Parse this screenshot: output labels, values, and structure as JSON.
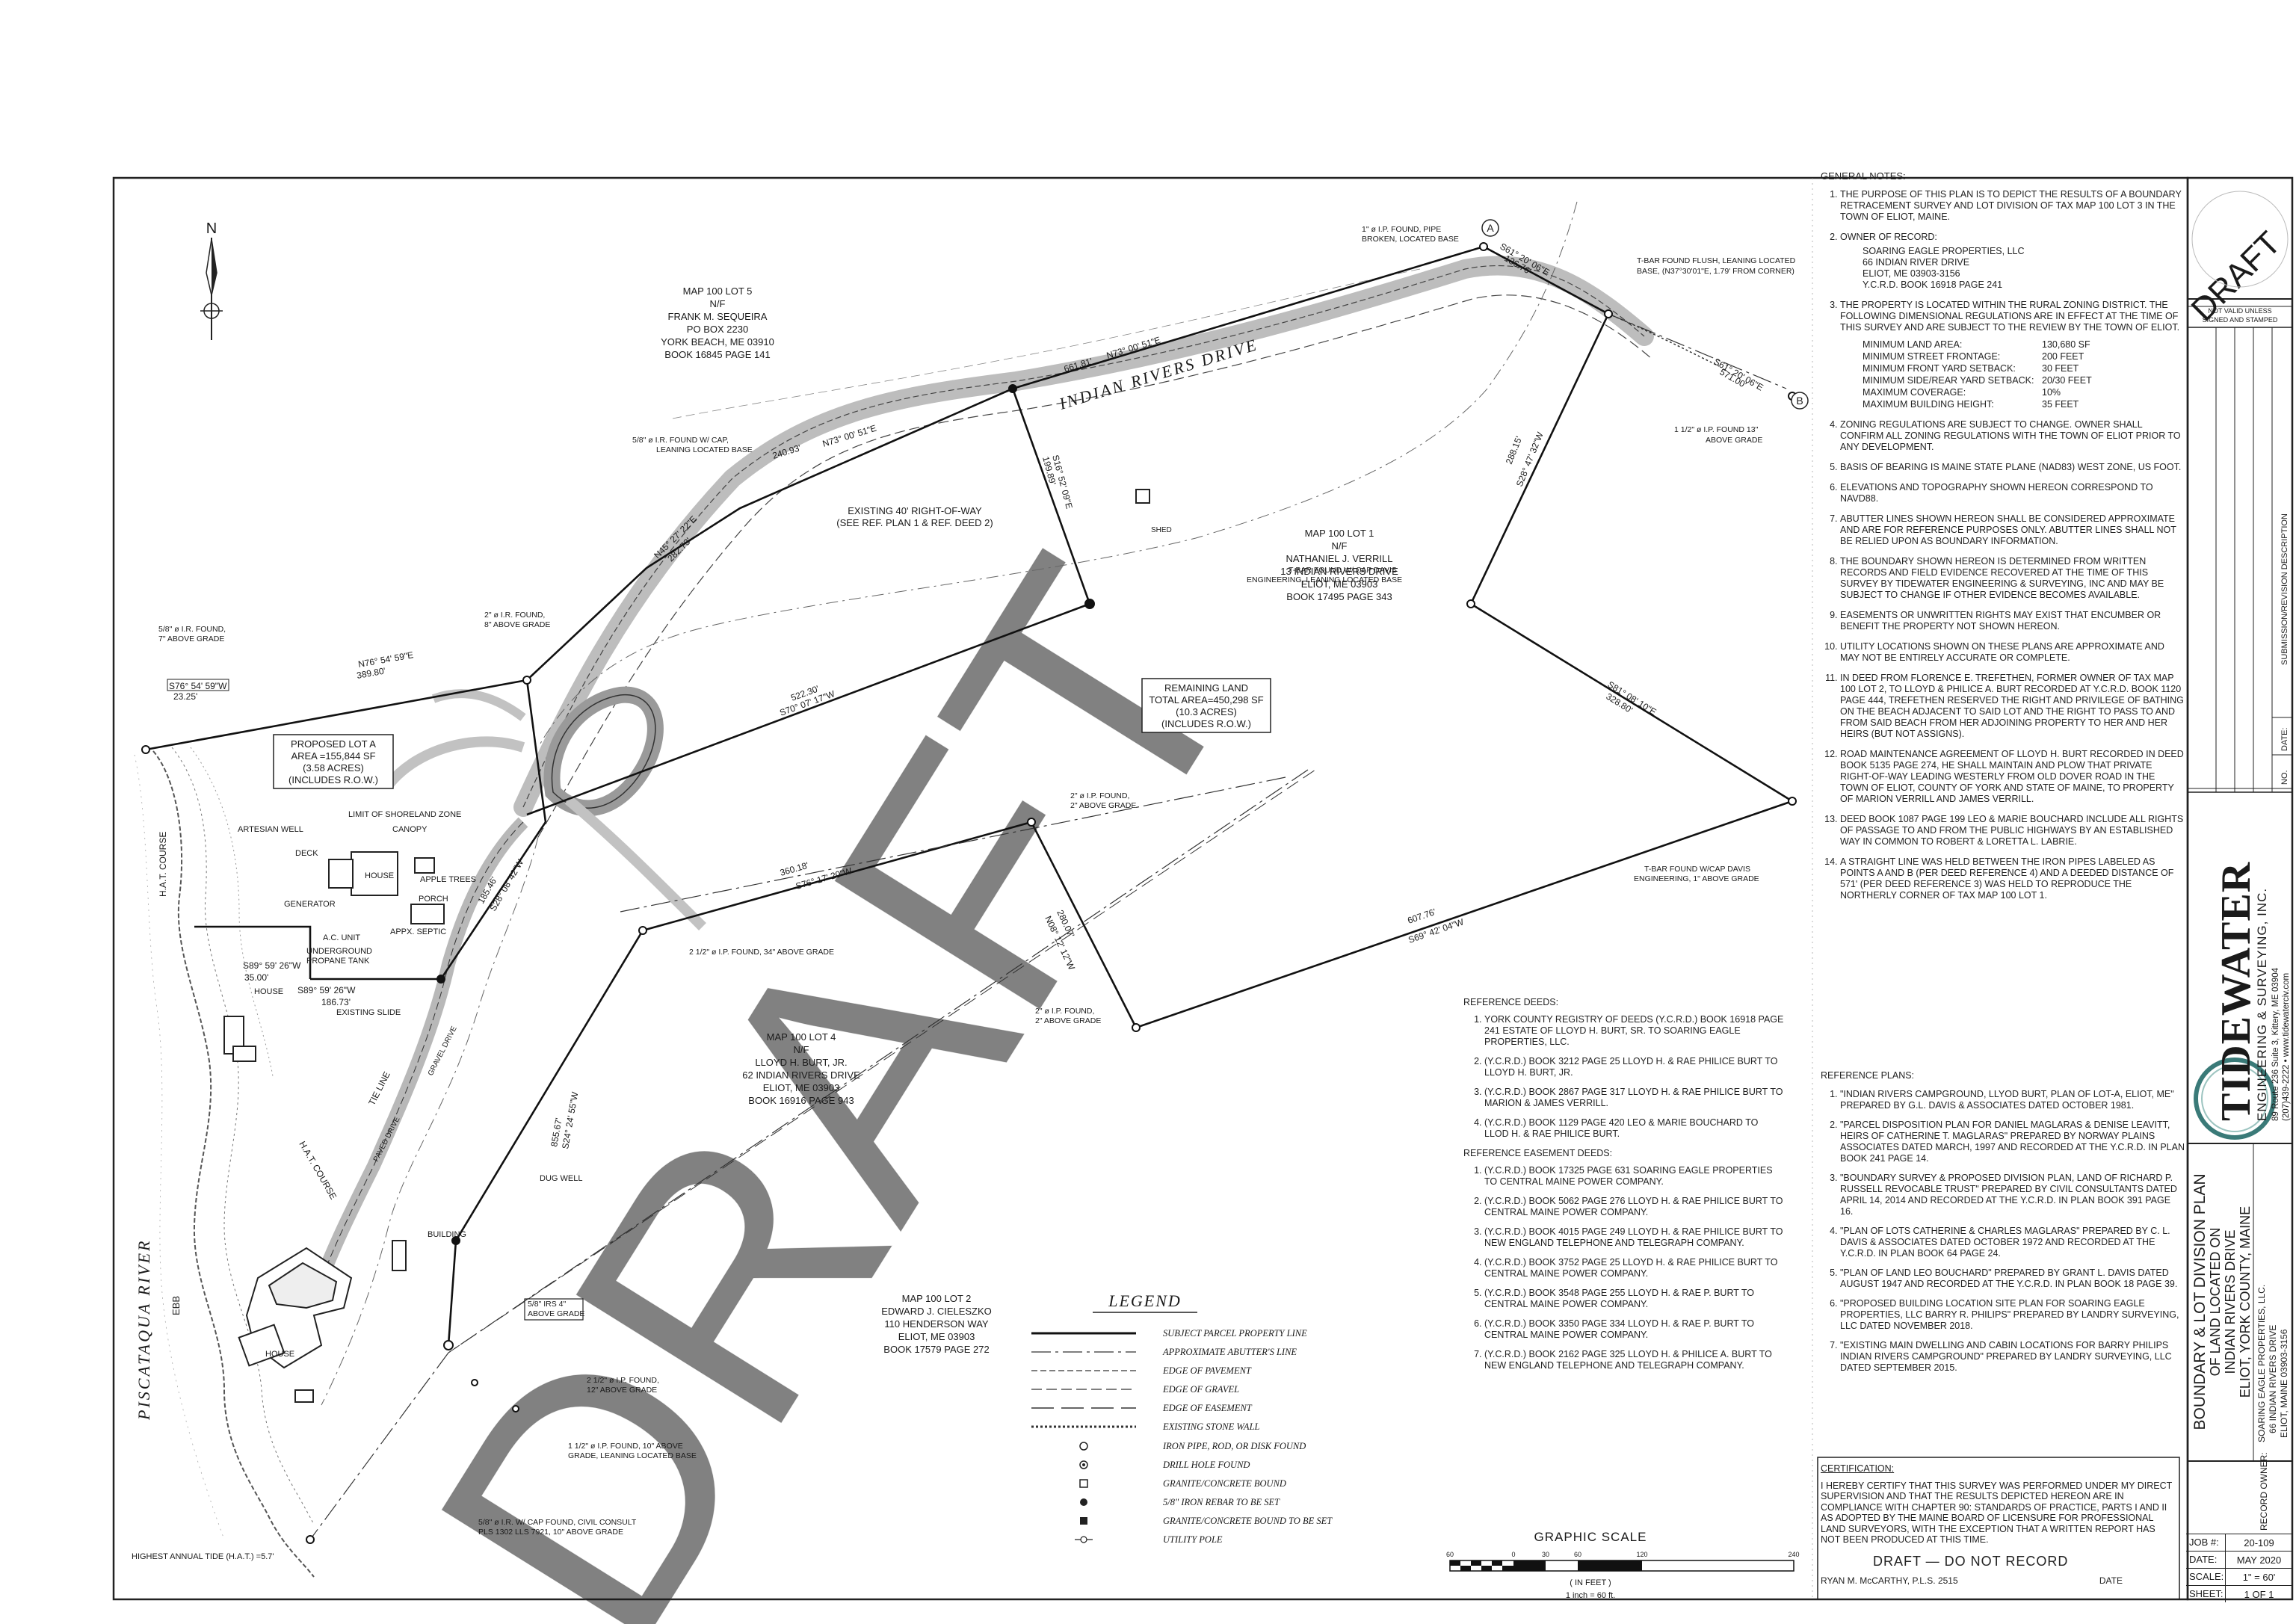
{
  "sheet": {
    "north_label": "N",
    "watermark": "DRAFT"
  },
  "map_labels": {
    "road": "INDIAN RIVERS DRIVE",
    "river": "PISCATAQUA RIVER",
    "ebb": "EBB",
    "lot5": [
      "MAP 100 LOT 5",
      "N/F",
      "FRANK M. SEQUEIRA",
      "PO BOX 2230",
      "YORK BEACH, ME 03910",
      "BOOK 16845 PAGE 141"
    ],
    "lot1": [
      "MAP 100 LOT 1",
      "N/F",
      "NATHANIEL J. VERRILL",
      "13 INDIAN RIVERS DRIVE",
      "ELIOT, ME 03903",
      "BOOK 17495 PAGE 343"
    ],
    "lot4": [
      "MAP 100 LOT 4",
      "N/F",
      "LLOYD H. BURT, JR.",
      "62 INDIAN RIVERS DRIVE",
      "ELIOT, ME 03903",
      "BOOK 16916 PAGE 943"
    ],
    "lot2": [
      "MAP 100 LOT 2",
      "EDWARD J. CIELESZKO",
      "110 HENDERSON WAY",
      "ELIOT, ME 03903",
      "BOOK 17579 PAGE 272"
    ],
    "lot_a": [
      "PROPOSED LOT A",
      "AREA =155,844 SF",
      "(3.58 ACRES)",
      "(INCLUDES R.O.W.)"
    ],
    "remaining": [
      "REMAINING LAND",
      "TOTAL AREA=450,298 SF",
      "(10.3 ACRES)",
      "(INCLUDES R.O.W.)"
    ],
    "row": [
      "EXISTING 40' RIGHT-OF-WAY",
      "(SEE REF. PLAN 1 & REF. DEED 2)"
    ],
    "shed": "SHED",
    "house": "HOUSE",
    "canopy": "CANOPY",
    "deck": "DECK",
    "porch": "PORCH",
    "apple_trees": "APPLE TREES",
    "generator": "GENERATOR",
    "ac_unit": "A.C. UNIT",
    "propane": [
      "UNDERGROUND",
      "PROPANE TANK"
    ],
    "septic": "APPX. SEPTIC",
    "artesian": "ARTESIAN WELL",
    "shoreland": "LIMIT OF SHORELAND ZONE",
    "slide": "EXISTING SLIDE",
    "gravel_drive": "GRAVEL DRIVE",
    "paved_drive": "PAVED DRIVE",
    "dug_well": "DUG WELL",
    "building": "BUILDING",
    "hat": "HIGHEST ANNUAL TIDE (H.A.T.) =5.7'",
    "point_a": "A",
    "point_b": "B",
    "monuments": {
      "m1": [
        "1\" ø I.P. FOUND, PIPE",
        "BROKEN, LOCATED BASE"
      ],
      "m2": [
        "T-BAR FOUND FLUSH, LEANING LOCATED",
        "BASE, (N37°30'01\"E, 1.79' FROM CORNER)"
      ],
      "m3": [
        "1 1/2\" ø I.P. FOUND 13\"",
        "ABOVE GRADE"
      ],
      "m4": [
        "5/8\" ø I.R. FOUND W/ CAP,",
        "LEANING LOCATED BASE"
      ],
      "m5": [
        "5/8\" ø I.R. FOUND,",
        "7\" ABOVE GRADE"
      ],
      "m6": [
        "2\" ø I.R. FOUND,",
        "8\" ABOVE GRADE"
      ],
      "m7": [
        "T-BAR FOUND W/ CAP DAVIS",
        "ENGINEERING, LEANING LOCATED BASE"
      ],
      "m8": [
        "2\" ø I.P. FOUND,",
        "2\" ABOVE GRADE"
      ],
      "m9": [
        "T-BAR FOUND W/CAP DAVIS",
        "ENGINEERING, 1\" ABOVE GRADE"
      ],
      "m10": "2 1/2\" ø I.P. FOUND, 34\" ABOVE GRADE",
      "m11": [
        "2\" ø I.P. FOUND,",
        "2\" ABOVE GRADE"
      ],
      "m12": [
        "5/8\" IRS 4\"",
        "ABOVE GRADE"
      ],
      "m13": [
        "2 1/2\" ø I.P. FOUND,",
        "12\" ABOVE GRADE"
      ],
      "m14": [
        "1 1/2\" ø I.P. FOUND, 10\" ABOVE",
        "GRADE, LEANING LOCATED BASE"
      ],
      "m15": [
        "5/8\" ø I.R. W/ CAP FOUND, CIVIL CONSULT",
        "PLS 1302 LLS 7921, 10\" ABOVE GRADE"
      ]
    },
    "bearings": {
      "b1": "N73° 00' 51\"E",
      "d1": "661.81'",
      "d1b": "240.93'",
      "b2": "N73° 00' 51\"E",
      "b3": "S61° 20' 06\"E",
      "d3": "136.76'",
      "b4": "S61° 20' 06\"E",
      "d4": "571.00'",
      "b5": "N45° 27' 22\"E",
      "d5": "282.73'",
      "b6": "S16° 52' 09\"E",
      "d6": "199.89'",
      "b7": "S28° 47' 32\"W",
      "d7": "288.15'",
      "b8": "N76° 54' 59\"E",
      "d8": "389.80'",
      "b9": "S76° 54' 59\"W",
      "d9": "23.25'",
      "b10": "S70° 07' 17\"W",
      "d10": "522.30'",
      "b11": "S81° 08' 10\"E",
      "d11": "328.80'",
      "b12": "S76° 17' 20\"W",
      "d12": "360.18'",
      "b13": "N08° 12' 12\"W",
      "d13": "280.07'",
      "b14": "S69° 42' 04\"W",
      "d14": "607.76'",
      "b15": "S28° 08' 42\"W",
      "d15": "185.46'",
      "b16": "S89° 59' 26\"W",
      "d16": "35.00'",
      "b17": "S89° 59' 26\"W",
      "d17": "186.73'",
      "b18": "S24° 24' 55\"W",
      "d18": "855.67'",
      "tie": "TIE LINE",
      "hat_course": "H.A.T. COURSE"
    }
  },
  "legend": {
    "title": "LEGEND",
    "items": [
      "SUBJECT PARCEL PROPERTY LINE",
      "APPROXIMATE ABUTTER'S LINE",
      "EDGE OF PAVEMENT",
      "EDGE OF GRAVEL",
      "EDGE OF EASEMENT",
      "EXISTING STONE WALL",
      "IRON PIPE, ROD, OR DISK FOUND",
      "DRILL HOLE FOUND",
      "GRANITE/CONCRETE BOUND",
      "5/8\" IRON REBAR TO BE SET",
      "GRANITE/CONCRETE BOUND TO BE SET",
      "UTILITY POLE"
    ]
  },
  "scale": {
    "title": "GRAPHIC SCALE",
    "ticks": [
      "60",
      "0",
      "30",
      "60",
      "120",
      "240"
    ],
    "unit": "( IN FEET )",
    "ratio": "1 inch = 60 ft."
  },
  "general_notes": {
    "title": "GENERAL NOTES:",
    "items": [
      "THE PURPOSE OF THIS PLAN IS TO DEPICT THE RESULTS OF A BOUNDARY RETRACEMENT SURVEY AND LOT DIVISION OF TAX MAP 100 LOT 3 IN THE TOWN OF ELIOT, MAINE.",
      "OWNER OF RECORD:",
      "THE PROPERTY IS LOCATED WITHIN THE RURAL ZONING DISTRICT. THE FOLLOWING DIMENSIONAL REGULATIONS ARE IN EFFECT AT THE TIME OF THIS SURVEY AND ARE SUBJECT TO THE REVIEW BY THE TOWN OF ELIOT.",
      "ZONING REGULATIONS ARE SUBJECT TO CHANGE. OWNER SHALL CONFIRM ALL ZONING REGULATIONS WITH THE TOWN OF ELIOT PRIOR TO ANY DEVELOPMENT.",
      "BASIS OF BEARING IS MAINE STATE PLANE (NAD83) WEST ZONE, US FOOT.",
      "ELEVATIONS AND TOPOGRAPHY SHOWN HEREON CORRESPOND TO NAVD88.",
      "ABUTTER LINES SHOWN HEREON SHALL BE CONSIDERED APPROXIMATE AND ARE FOR REFERENCE PURPOSES ONLY. ABUTTER LINES SHALL NOT BE RELIED UPON AS BOUNDARY INFORMATION.",
      "THE BOUNDARY SHOWN HEREON IS DETERMINED FROM WRITTEN RECORDS AND FIELD EVIDENCE RECOVERED AT THE TIME OF THIS SURVEY BY TIDEWATER ENGINEERING & SURVEYING, INC AND MAY BE SUBJECT TO CHANGE IF OTHER EVIDENCE BECOMES AVAILABLE.",
      "EASEMENTS OR UNWRITTEN RIGHTS MAY EXIST THAT ENCUMBER OR BENEFIT THE PROPERTY NOT SHOWN HEREON.",
      "UTILITY LOCATIONS SHOWN ON THESE PLANS ARE APPROXIMATE AND MAY NOT BE ENTIRELY ACCURATE OR COMPLETE.",
      "IN DEED FROM FLORENCE E. TREFETHEN, FORMER OWNER OF TAX MAP 100 LOT 2, TO LLOYD & PHILICE A. BURT RECORDED AT Y.C.R.D. BOOK 1120 PAGE 444, TREFETHEN RESERVED THE RIGHT AND PRIVILEGE OF BATHING ON THE BEACH ADJACENT TO SAID LOT AND THE RIGHT TO PASS TO AND FROM SAID BEACH FROM HER ADJOINING PROPERTY TO HER AND HER HEIRS (BUT NOT ASSIGNS).",
      "ROAD MAINTENANCE AGREEMENT OF LLOYD H. BURT RECORDED IN DEED BOOK 5135 PAGE 274, HE SHALL MAINTAIN AND PLOW THAT PRIVATE RIGHT-OF-WAY LEADING WESTERLY FROM OLD DOVER ROAD IN THE TOWN OF ELIOT, COUNTY OF YORK AND STATE OF MAINE, TO PROPERTY OF MARION VERRILL AND JAMES VERRILL.",
      "DEED BOOK 1087 PAGE 199 LEO & MARIE BOUCHARD INCLUDE ALL RIGHTS OF PASSAGE TO AND FROM THE PUBLIC HIGHWAYS BY AN ESTABLISHED WAY IN COMMON TO ROBERT & LORETTA L. LABRIE.",
      "A STRAIGHT LINE WAS HELD BETWEEN THE IRON PIPES LABELED AS POINTS A AND B (PER DEED REFERENCE 4) AND A DEEDED DISTANCE OF 571' (PER DEED REFERENCE 3) WAS HELD TO REPRODUCE THE NORTHERLY CORNER OF TAX MAP 100 LOT 1."
    ],
    "owner": [
      "SOARING EAGLE PROPERTIES, LLC",
      "66 INDIAN RIVER DRIVE",
      "ELIOT, ME 03903-3156",
      "Y.C.R.D. BOOK 16918 PAGE 241"
    ],
    "zoning": [
      {
        "k": "MINIMUM LAND AREA:",
        "v": "130,680 SF"
      },
      {
        "k": "MINIMUM STREET FRONTAGE:",
        "v": "200 FEET"
      },
      {
        "k": "MINIMUM FRONT YARD SETBACK:",
        "v": "30 FEET"
      },
      {
        "k": "MINIMUM SIDE/REAR YARD SETBACK:",
        "v": "20/30 FEET"
      },
      {
        "k": "MAXIMUM COVERAGE:",
        "v": "10%"
      },
      {
        "k": "MAXIMUM BUILDING HEIGHT:",
        "v": "35 FEET"
      }
    ]
  },
  "reference_plans": {
    "title": "REFERENCE PLANS:",
    "items": [
      "\"INDIAN RIVERS CAMPGROUND, LLYOD BURT, PLAN OF LOT-A, ELIOT, ME\" PREPARED BY G.L. DAVIS & ASSOCIATES DATED OCTOBER 1981.",
      "\"PARCEL DISPOSITION PLAN FOR DANIEL MAGLARAS & DENISE LEAVITT, HEIRS OF CATHERINE T. MAGLARAS\" PREPARED BY NORWAY PLAINS ASSOCIATES DATED MARCH, 1997 AND RECORDED AT THE Y.C.R.D. IN PLAN BOOK 241 PAGE 14.",
      "\"BOUNDARY SURVEY & PROPOSED DIVISION PLAN, LAND OF RICHARD P. RUSSELL REVOCABLE TRUST\" PREPARED BY CIVIL CONSULTANTS DATED APRIL 14, 2014 AND RECORDED AT THE Y.C.R.D. IN PLAN BOOK 391 PAGE 16.",
      "\"PLAN OF LOTS CATHERINE & CHARLES MAGLARAS\" PREPARED BY C. L. DAVIS & ASSOCIATES DATED OCTOBER 1972 AND RECORDED AT THE Y.C.R.D. IN PLAN BOOK 64 PAGE 24.",
      "\"PLAN OF LAND LEO BOUCHARD\" PREPARED BY GRANT L. DAVIS DATED AUGUST 1947 AND RECORDED AT THE Y.C.R.D. IN PLAN BOOK 18 PAGE 39.",
      "\"PROPOSED BUILDING LOCATION SITE PLAN FOR SOARING EAGLE PROPERTIES, LLC BARRY R. PHILIPS\" PREPARED BY LANDRY SURVEYING, LLC DATED NOVEMBER 2018.",
      "\"EXISTING MAIN DWELLING AND CABIN LOCATIONS FOR BARRY PHILIPS INDIAN RIVERS CAMPGROUND\" PREPARED BY LANDRY SURVEYING, LLC DATED SEPTEMBER 2015."
    ]
  },
  "reference_deeds": {
    "title": "REFERENCE DEEDS:",
    "items": [
      "YORK COUNTY REGISTRY OF DEEDS (Y.C.R.D.) BOOK 16918 PAGE 241 ESTATE OF LLOYD H. BURT, SR. TO SOARING EAGLE PROPERTIES, LLC.",
      "(Y.C.R.D.) BOOK 3212 PAGE 25 LLOYD H. & RAE PHILICE BURT TO LLOYD H. BURT, JR.",
      "(Y.C.R.D.) BOOK 2867 PAGE 317 LLOYD H. & RAE PHILICE BURT TO MARION & JAMES VERRILL.",
      "(Y.C.R.D.) BOOK 1129 PAGE 420 LEO & MARIE BOUCHARD TO LLOD H. & RAE PHILICE BURT."
    ],
    "easement_title": "REFERENCE EASEMENT DEEDS:",
    "easements": [
      "(Y.C.R.D.) BOOK 17325 PAGE 631 SOARING EAGLE PROPERTIES TO CENTRAL MAINE POWER COMPANY.",
      "(Y.C.R.D.) BOOK 5062 PAGE 276 LLOYD H. & RAE PHILICE BURT TO CENTRAL MAINE POWER COMPANY.",
      "(Y.C.R.D.) BOOK 4015 PAGE 249 LLOYD H. & RAE PHILICE BURT TO NEW ENGLAND TELEPHONE AND TELEGRAPH COMPANY.",
      "(Y.C.R.D.) BOOK 3752 PAGE 25 LLOYD H. & RAE PHILICE BURT TO CENTRAL MAINE POWER COMPANY.",
      "(Y.C.R.D.) BOOK 3548 PAGE 255 LLOYD H. & RAE P. BURT TO CENTRAL MAINE POWER COMPANY.",
      "(Y.C.R.D.) BOOK 3350 PAGE 334 LLOYD H. & RAE P. BURT TO CENTRAL MAINE POWER COMPANY.",
      "(Y.C.R.D.) BOOK 2162 PAGE 325 LLOYD H. & PHILICE A. BURT TO NEW ENGLAND TELEPHONE AND TELEGRAPH COMPANY."
    ]
  },
  "certification": {
    "title": "CERTIFICATION:",
    "text": "I HEREBY CERTIFY THAT THIS SURVEY WAS PERFORMED UNDER MY DIRECT SUPERVISION AND THAT THE RESULTS DEPICTED HEREON ARE IN COMPLIANCE WITH CHAPTER 90: STANDARDS OF PRACTICE, PARTS I AND II AS ADOPTED BY THE MAINE BOARD OF LICENSURE FOR PROFESSIONAL LAND SURVEYORS, WITH THE EXCEPTION THAT A WRITTEN REPORT HAS NOT BEEN PRODUCED AT THIS TIME.",
    "draft": "DRAFT — DO NOT RECORD",
    "surveyor": "RYAN M. McCARTHY, P.L.S. 2515",
    "date_label": "DATE"
  },
  "title_block": {
    "stamp": "DRAFT",
    "not_valid": [
      "NOT VALID UNLESS",
      "SIGNED AND STAMPED"
    ],
    "revision_header": "SUBMISSION/REVISION DESCRIPTION",
    "date_header": "DATE:",
    "no_header": "NO.",
    "company": "TIDEWATER",
    "company_sub": "ENGINEERING & SURVEYING, INC.",
    "company_addr": "89 Route 236 Suite 3, Kittery, ME 03904",
    "company_phone": "(207)439-2222 • www.tidewaterciv.com",
    "plan_title": [
      "BOUNDARY & LOT DIVISION PLAN",
      "OF LAND LOCATED ON",
      "INDIAN RIVERS DRIVE",
      "ELIOT, YORK COUNTY, MAINE"
    ],
    "record_owner_label": "RECORD OWNER:",
    "record_owner": [
      "SOARING EAGLE PROPERTIES, LLC.",
      "66 INDIAN RIVERS DRIVE",
      "ELIOT, MAINE 03903-3156"
    ],
    "job_label": "JOB #:",
    "job": "20-109",
    "date_label": "DATE:",
    "date": "MAY 2020",
    "scale_label": "SCALE:",
    "scale": "1\" = 60'",
    "sheet_label": "SHEET:",
    "sheet": "1 OF 1"
  }
}
